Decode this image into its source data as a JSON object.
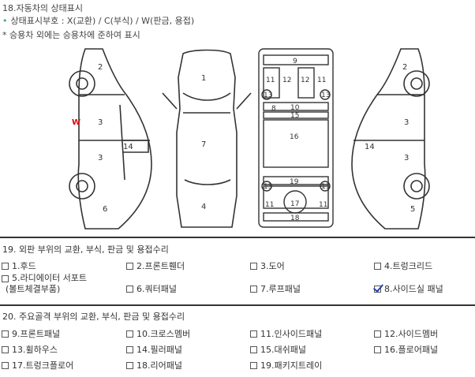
{
  "section18": {
    "title": "18.자동차의 상태표시",
    "legend": "상태표시부호 : X(교환) / C(부식) / W(판금, 용접)",
    "note": "* 승용차 외에는 승용차에 준하여 표시",
    "diagram": {
      "left_side_numbers": [
        "2",
        "3",
        "3",
        "14",
        "6"
      ],
      "left_mark": "W",
      "top_view_numbers": [
        "1",
        "7",
        "4"
      ],
      "frame_numbers": [
        "9",
        "11",
        "12",
        "12",
        "11",
        "13",
        "13",
        "10",
        "15",
        "16",
        "19",
        "13",
        "13",
        "11",
        "17",
        "11",
        "18",
        "8"
      ],
      "right_side_numbers": [
        "2",
        "3",
        "3",
        "14",
        "5"
      ]
    }
  },
  "section19": {
    "title": "19. 외판 부위의 교환, 부식, 판금 및 용접수리",
    "items": [
      {
        "label": "1.후드",
        "checked": false
      },
      {
        "label": "2.프론트휀더",
        "checked": false
      },
      {
        "label": "3.도어",
        "checked": false
      },
      {
        "label": "4.트렁크리드",
        "checked": false
      },
      {
        "label": "5.라디에이터 서포트",
        "label2": "(볼트체결부품)",
        "checked": false
      },
      {
        "label": "6.쿼터패널",
        "checked": false
      },
      {
        "label": "7.루프패널",
        "checked": false
      },
      {
        "label": "8.사이드실 패널",
        "checked": true
      }
    ]
  },
  "section20": {
    "title": "20. 주요골격 부위의 교환, 부식, 판금 및 용접수리",
    "items": [
      {
        "label": "9.프론트패널",
        "checked": false
      },
      {
        "label": "10.크로스멤버",
        "checked": false
      },
      {
        "label": "11.인사이드패널",
        "checked": false
      },
      {
        "label": "12.사이드멤버",
        "checked": false
      },
      {
        "label": "13.휠하우스",
        "checked": false
      },
      {
        "label": "14.필러패널",
        "checked": false
      },
      {
        "label": "15.대쉬패널",
        "checked": false
      },
      {
        "label": "16.플로어패널",
        "checked": false
      },
      {
        "label": "17.트렁크플로어",
        "checked": false
      },
      {
        "label": "18.리어패널",
        "checked": false
      },
      {
        "label": "19.패키지트레이",
        "checked": false
      }
    ]
  }
}
